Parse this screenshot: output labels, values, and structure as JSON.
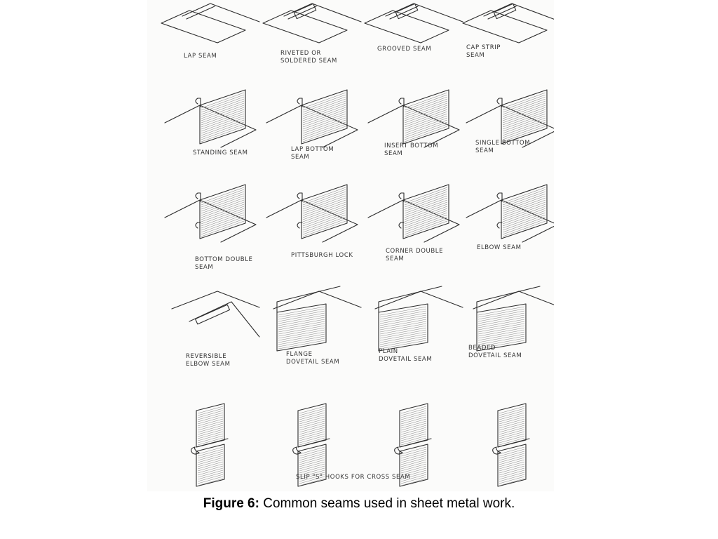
{
  "figure": {
    "cells": [
      {
        "label_lines": [
          "LAP SEAM"
        ],
        "icon": "lap-seam"
      },
      {
        "label_lines": [
          "RIVETED OR",
          "SOLDERED SEAM"
        ],
        "icon": "riveted-seam"
      },
      {
        "label_lines": [
          "GROOVED SEAM"
        ],
        "icon": "grooved-seam"
      },
      {
        "label_lines": [
          "CAP STRIP",
          "SEAM"
        ],
        "icon": "cap-strip-seam"
      },
      {
        "label_lines": [
          "STANDING SEAM"
        ],
        "icon": "standing-seam"
      },
      {
        "label_lines": [
          "LAP BOTTOM",
          "SEAM"
        ],
        "icon": "lap-bottom-seam"
      },
      {
        "label_lines": [
          "INSERT BOTTOM",
          "SEAM"
        ],
        "icon": "insert-bottom-seam"
      },
      {
        "label_lines": [
          "SINGLE BOTTOM",
          "SEAM"
        ],
        "icon": "single-bottom-seam"
      },
      {
        "label_lines": [
          "BOTTOM DOUBLE",
          "SEAM"
        ],
        "icon": "bottom-double-seam"
      },
      {
        "label_lines": [
          "PITTSBURGH LOCK"
        ],
        "icon": "pittsburgh-lock"
      },
      {
        "label_lines": [
          "CORNER DOUBLE",
          "SEAM"
        ],
        "icon": "corner-double-seam"
      },
      {
        "label_lines": [
          "ELBOW SEAM"
        ],
        "icon": "elbow-seam"
      },
      {
        "label_lines": [
          "REVERSIBLE",
          "ELBOW SEAM"
        ],
        "icon": "reversible-elbow-seam"
      },
      {
        "label_lines": [
          "FLANGE",
          "DOVETAIL SEAM"
        ],
        "icon": "flange-dovetail-seam"
      },
      {
        "label_lines": [
          "PLAIN",
          "DOVETAIL SEAM"
        ],
        "icon": "plain-dovetail-seam"
      },
      {
        "label_lines": [
          "BEADED",
          "DOVETAIL SEAM"
        ],
        "icon": "beaded-dovetail-seam"
      },
      {
        "label_lines": [],
        "icon": "slip-s-hook"
      },
      {
        "label_lines": [],
        "icon": "slip-s-hook"
      },
      {
        "label_lines": [],
        "icon": "slip-s-hook"
      },
      {
        "label_lines": [],
        "icon": "slip-s-hook"
      }
    ],
    "bottom_label": "SLIP \"S\" HOOKS FOR CROSS SEAM"
  },
  "caption": {
    "prefix": "Figure 6:",
    "text": " Common seams used in sheet metal work."
  }
}
